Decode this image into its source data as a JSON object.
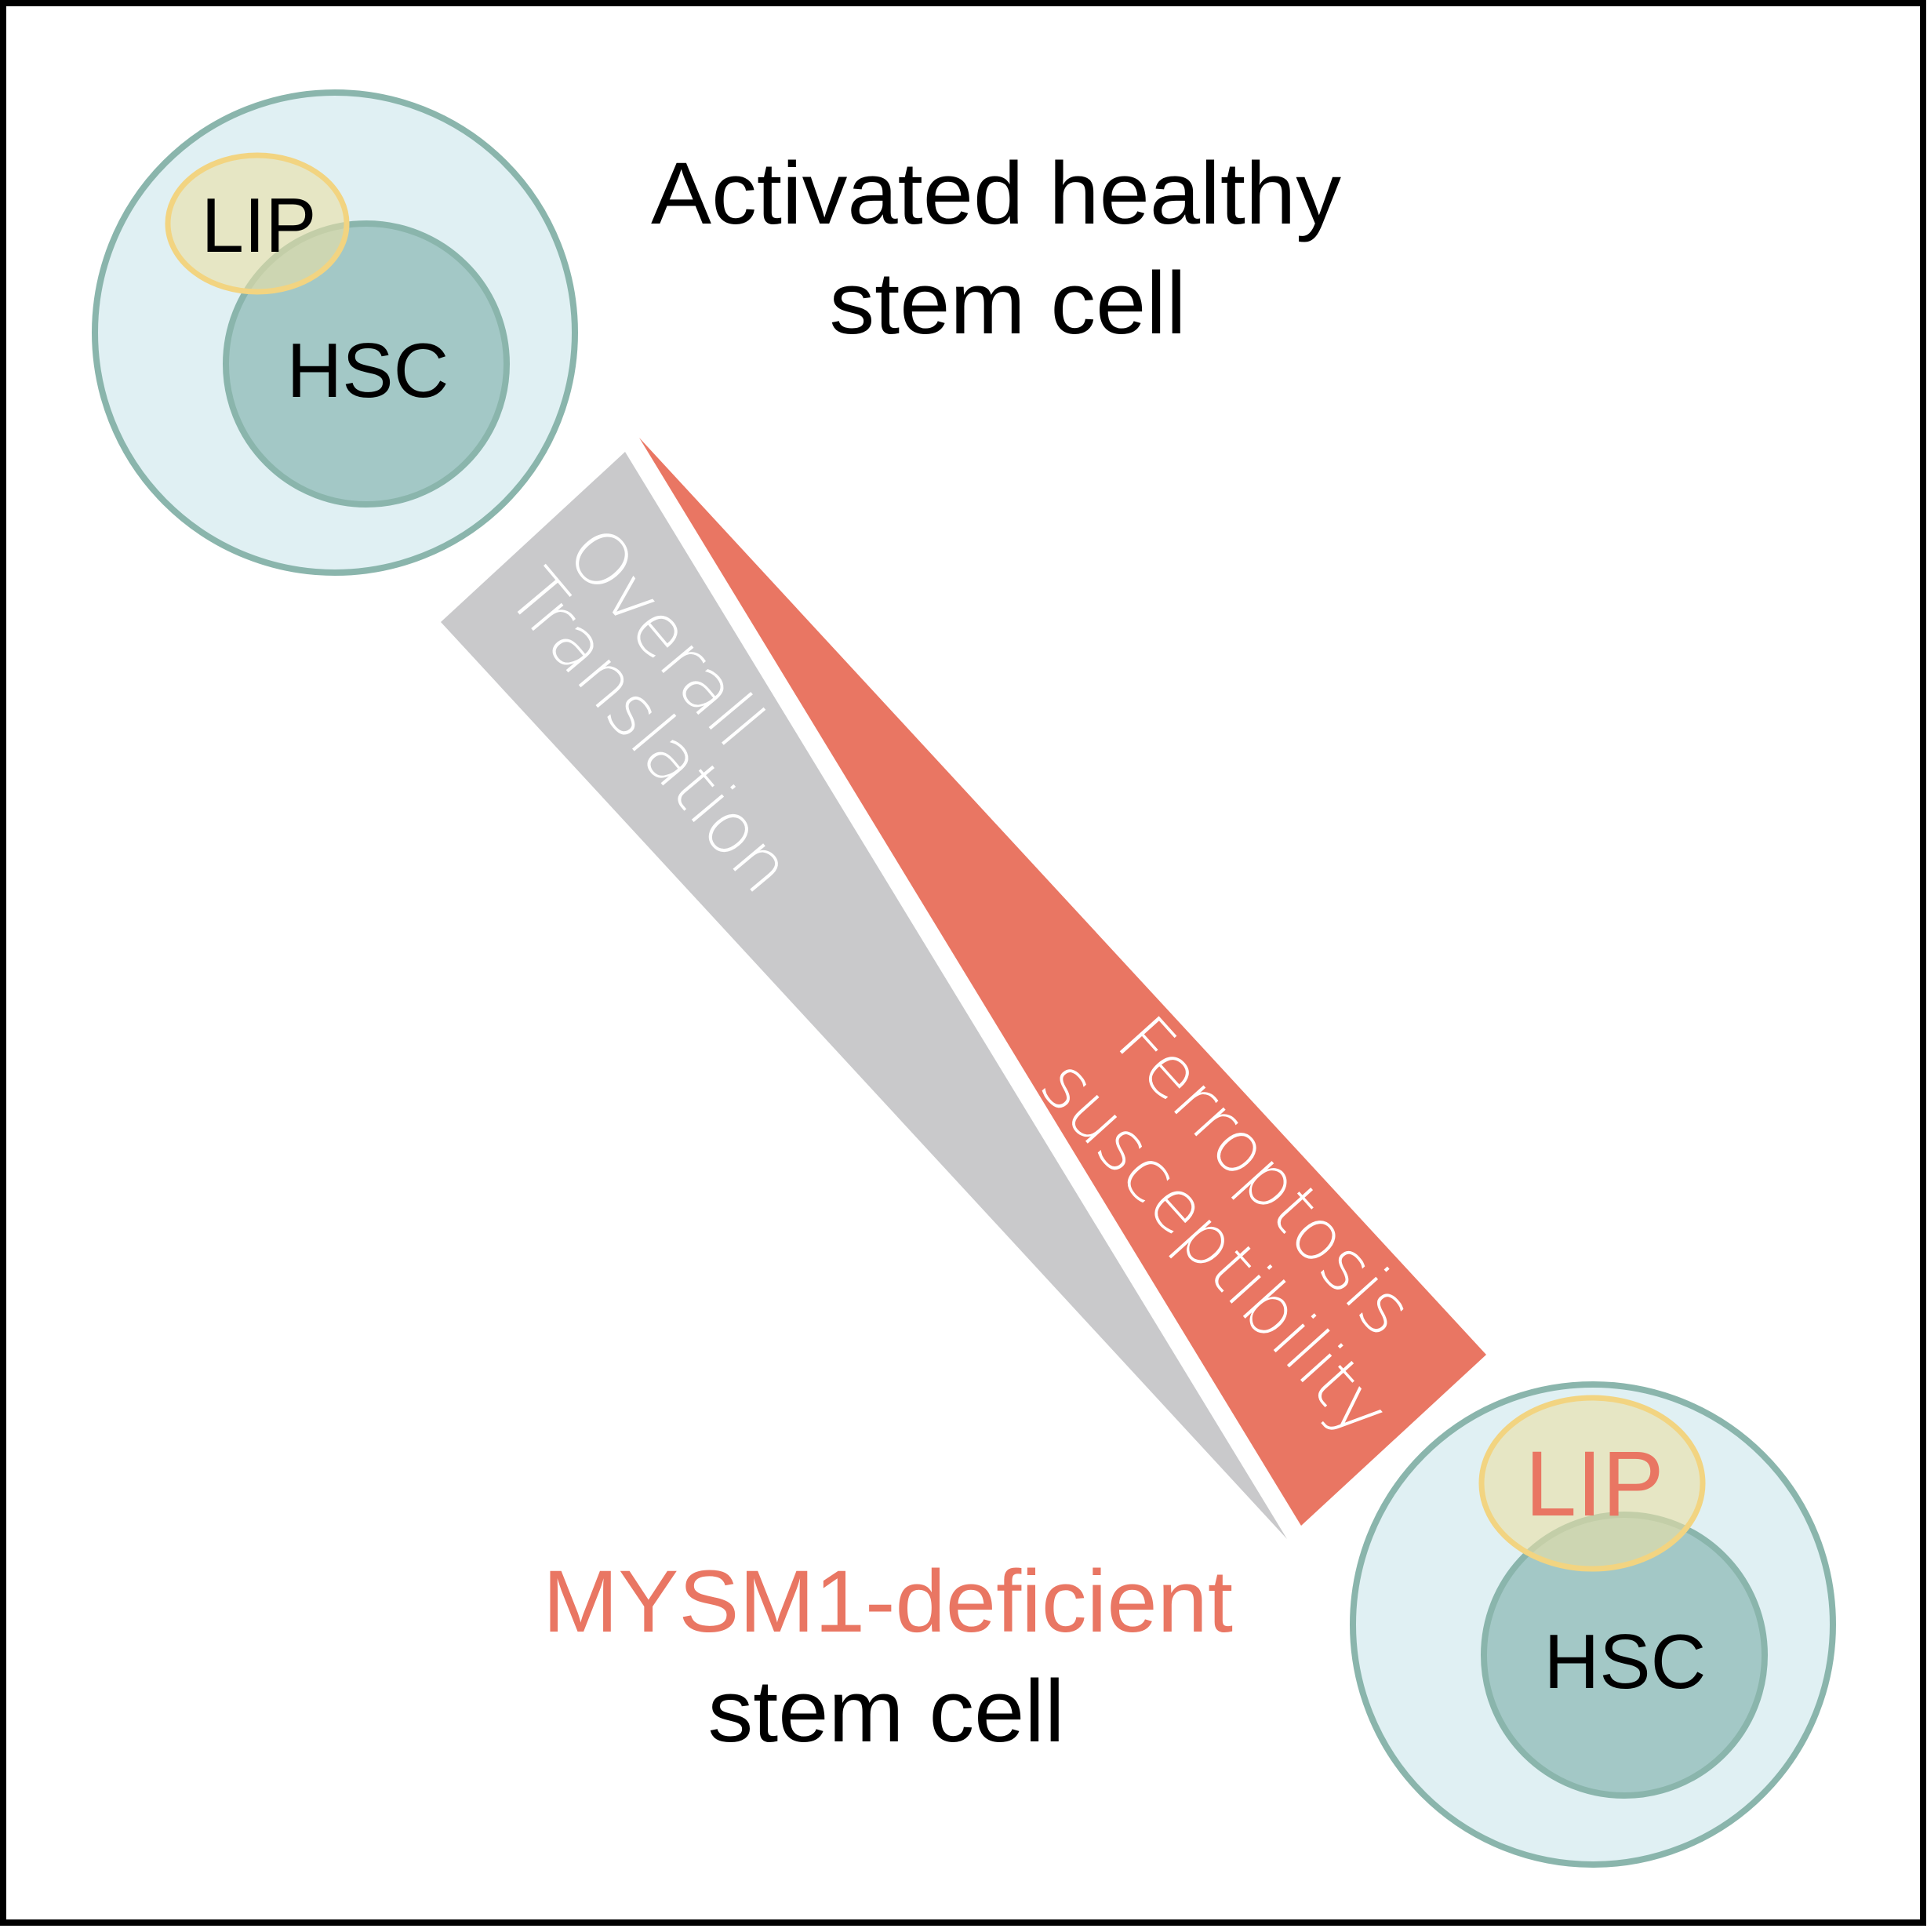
{
  "colors": {
    "frame": "#000000",
    "cell_fill": "#e0f0f3",
    "cell_stroke": "#8ab5ac",
    "nucleus_fill": "#a3c8c6",
    "lip_fill": "#eee2be",
    "lip_stroke": "#f2d481",
    "translation_gray": "#c9c9cb",
    "ferroptosis_red": "#e97663",
    "label_black": "#000000",
    "label_red": "#e97663",
    "wedge_text": "#ffffff"
  },
  "top_cell": {
    "lip_label": "LIP",
    "nucleus_label": "HSC",
    "caption_line1": "Activated healthy",
    "caption_line2": "stem cell"
  },
  "bottom_cell": {
    "lip_label": "LIP",
    "nucleus_label": "HSC",
    "caption_line1": "MYSM1-deficient",
    "caption_line2": "stem cell"
  },
  "wedges": {
    "translation": {
      "line1": "Overall",
      "line2": "Translation",
      "trend": "decreasing"
    },
    "ferroptosis": {
      "line1": "Ferroptosis",
      "line2": "susceptibility",
      "trend": "increasing"
    }
  }
}
